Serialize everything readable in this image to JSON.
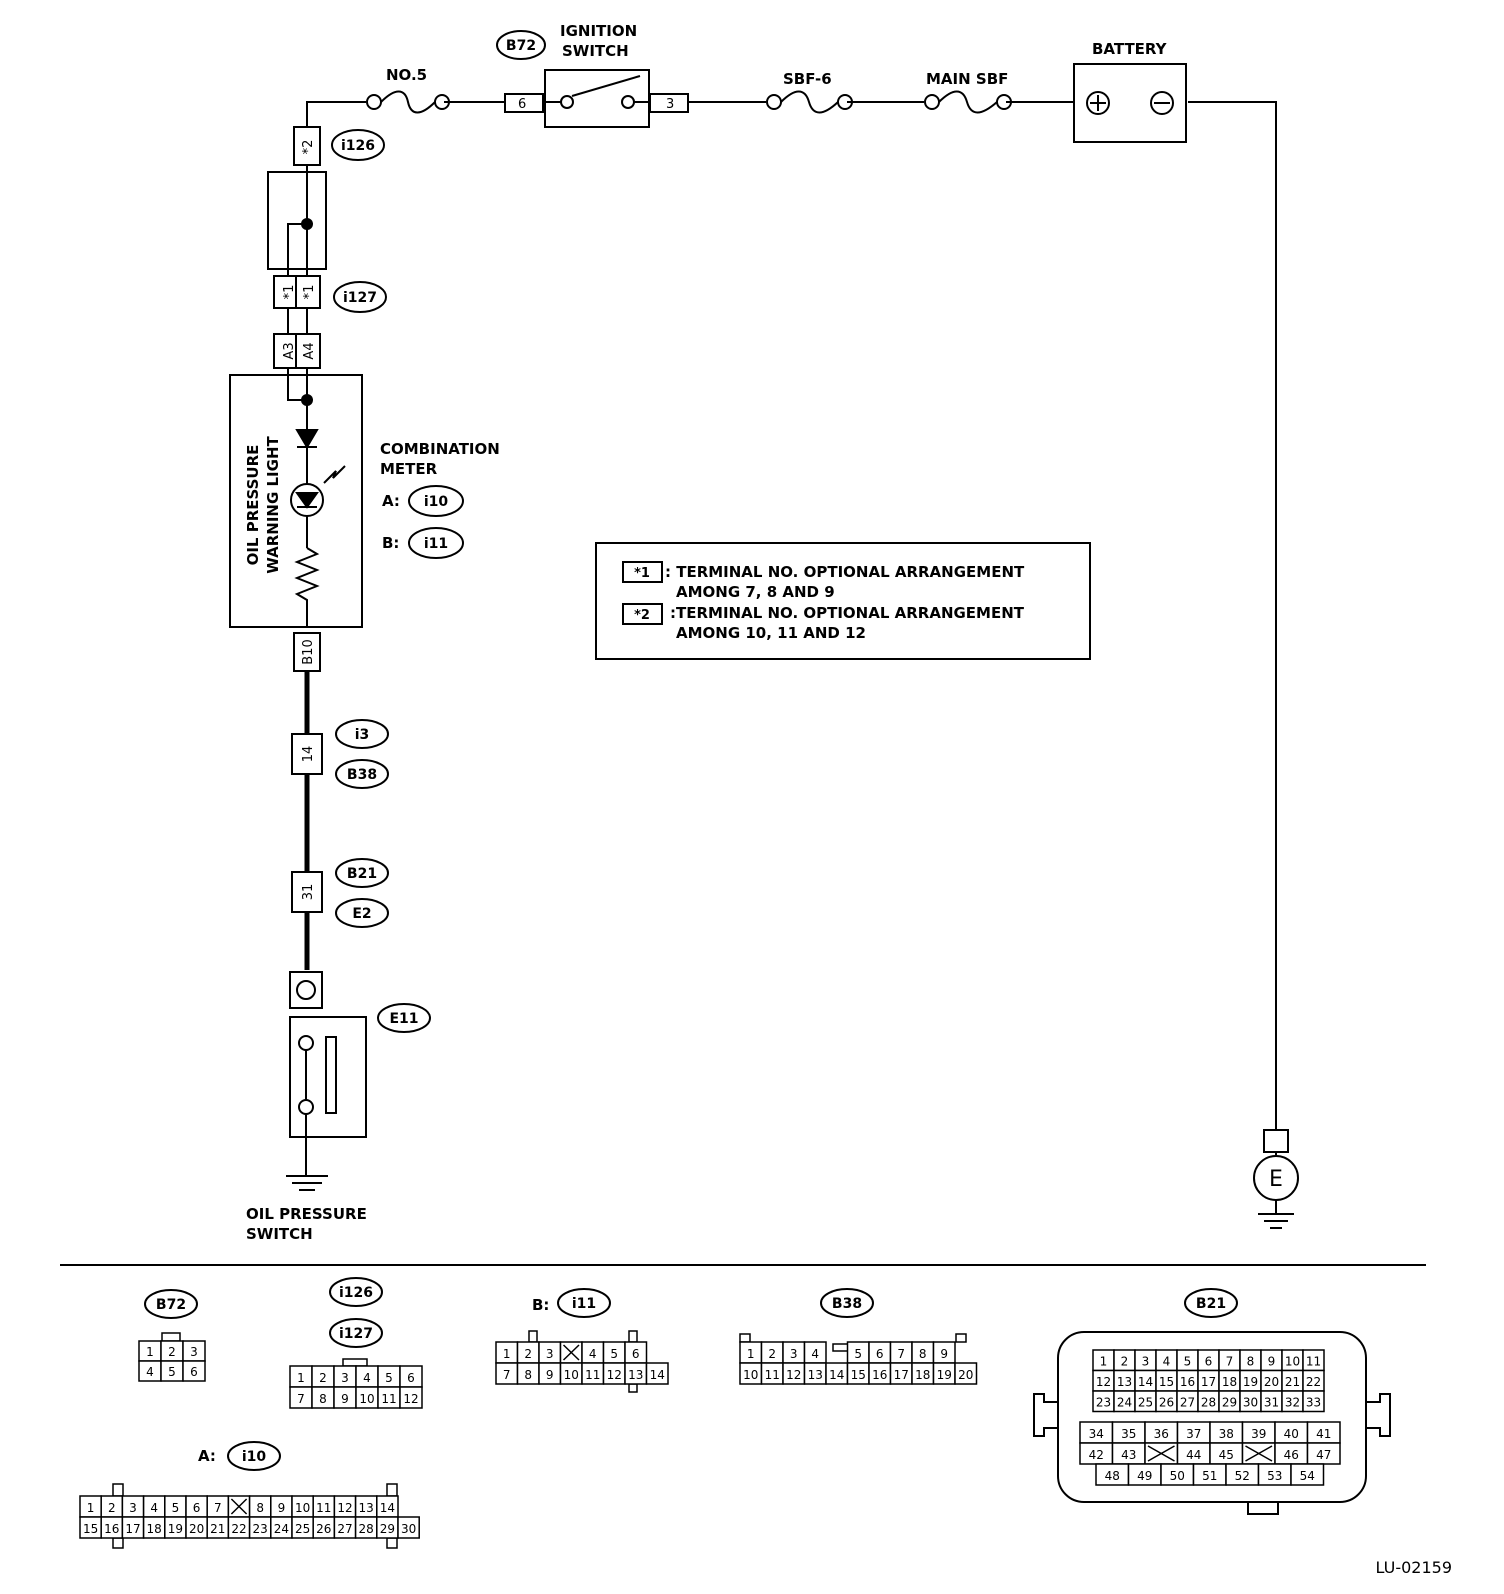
{
  "diagram_code": "LU-02159",
  "labels": {
    "no5": "NO.5",
    "ignition_switch_l1": "IGNITION",
    "ignition_switch_l2": "SWITCH",
    "sbf6": "SBF-6",
    "main_sbf": "MAIN SBF",
    "battery": "BATTERY",
    "warning_light_l1": "OIL PRESSURE",
    "warning_light_l2": "WARNING LIGHT",
    "combination_meter_l1": "COMBINATION",
    "combination_meter_l2": "METER",
    "meter_a_prefix": "A:",
    "meter_b_prefix": "B:",
    "oil_switch_l1": "OIL PRESSURE",
    "oil_switch_l2": "SWITCH",
    "ground_e": "E"
  },
  "connectors": {
    "b72": "B72",
    "i126": "i126",
    "i127": "i127",
    "i10": "i10",
    "i11": "i11",
    "i3": "i3",
    "b38": "B38",
    "b21": "B21",
    "e2": "E2",
    "e11": "E11"
  },
  "terminals": {
    "sw_in": "6",
    "sw_out": "3",
    "star2": "*2",
    "star1a": "*1",
    "star1b": "*1",
    "a3": "A3",
    "a4": "A4",
    "b10": "B10",
    "t14": "14",
    "t31": "31"
  },
  "notes": {
    "n1_key": "*1",
    "n1_text_l1": ": TERMINAL NO. OPTIONAL ARRANGEMENT",
    "n1_text_l2": "AMONG 7, 8 AND 9",
    "n2_key": "*2",
    "n2_text_l1": ":TERMINAL NO. OPTIONAL ARRANGEMENT",
    "n2_text_l2": "AMONG 10, 11 AND 12"
  },
  "pinouts": {
    "b72": {
      "title": "B72",
      "rows": [
        [
          "1",
          "2",
          "3"
        ],
        [
          "4",
          "5",
          "6"
        ]
      ]
    },
    "i126_i127": {
      "title1": "i126",
      "title2": "i127",
      "rows": [
        [
          "1",
          "2",
          "3",
          "4",
          "5",
          "6"
        ],
        [
          "7",
          "8",
          "9",
          "10",
          "11",
          "12"
        ]
      ]
    },
    "i11": {
      "prefix": "B:",
      "title": "i11",
      "rows": [
        [
          "1",
          "2",
          "3",
          "X",
          "4",
          "5",
          "6"
        ],
        [
          "7",
          "8",
          "9",
          "10",
          "11",
          "12",
          "13",
          "14"
        ]
      ]
    },
    "b38": {
      "title": "B38",
      "rows": [
        [
          "1",
          "2",
          "3",
          "4",
          "",
          "5",
          "6",
          "7",
          "8",
          "9"
        ],
        [
          "10",
          "11",
          "12",
          "13",
          "14",
          "15",
          "16",
          "17",
          "18",
          "19",
          "20"
        ]
      ]
    },
    "b21": {
      "title": "B21",
      "rows_top": [
        [
          "1",
          "2",
          "3",
          "4",
          "5",
          "6",
          "7",
          "8",
          "9",
          "10",
          "11"
        ],
        [
          "12",
          "13",
          "14",
          "15",
          "16",
          "17",
          "18",
          "19",
          "20",
          "21",
          "22"
        ],
        [
          "23",
          "24",
          "25",
          "26",
          "27",
          "28",
          "29",
          "30",
          "31",
          "32",
          "33"
        ]
      ],
      "rows_bot": [
        [
          "34",
          "35",
          "36",
          "37",
          "38",
          "39",
          "40",
          "41"
        ],
        [
          "42",
          "43",
          "X",
          "44",
          "45",
          "X",
          "46",
          "47"
        ],
        [
          "48",
          "49",
          "50",
          "51",
          "52",
          "53",
          "54"
        ]
      ]
    },
    "i10": {
      "prefix": "A:",
      "title": "i10",
      "rows": [
        [
          "1",
          "2",
          "3",
          "4",
          "5",
          "6",
          "7",
          "X",
          "8",
          "9",
          "10",
          "11",
          "12",
          "13",
          "14"
        ],
        [
          "15",
          "16",
          "17",
          "18",
          "19",
          "20",
          "21",
          "22",
          "23",
          "24",
          "25",
          "26",
          "27",
          "28",
          "29",
          "30"
        ]
      ]
    }
  }
}
